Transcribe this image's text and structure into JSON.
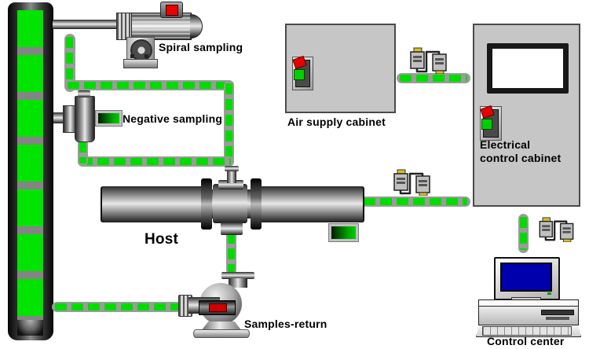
{
  "labels": {
    "spiral_sampling": "Spiral sampling",
    "negative_sampling": "Negative sampling",
    "air_supply_cabinet": "Air supply cabinet",
    "electrical_control_line1": "Electrical",
    "electrical_control_line2": "control cabinet",
    "host": "Host",
    "samples_return": "Samples-return",
    "control_center": "Control center"
  },
  "colors": {
    "pipe_green": "#00dc00",
    "pipe_track_gray": "#9b9b9b",
    "silo_cell_green": "#00e400",
    "cabinet_gray": "#c6c6c6",
    "monitor_screen_blue": "#0000ad",
    "indicator_red": "#e60000",
    "indicator_green": "#00d000",
    "connector_cap_yellow": "#d8c020"
  },
  "icons": {
    "cable_connector": "cable-connector-icon",
    "power_switch": "power-switch-icon",
    "red_button": "red-button-icon",
    "status_display": "status-display-icon"
  }
}
